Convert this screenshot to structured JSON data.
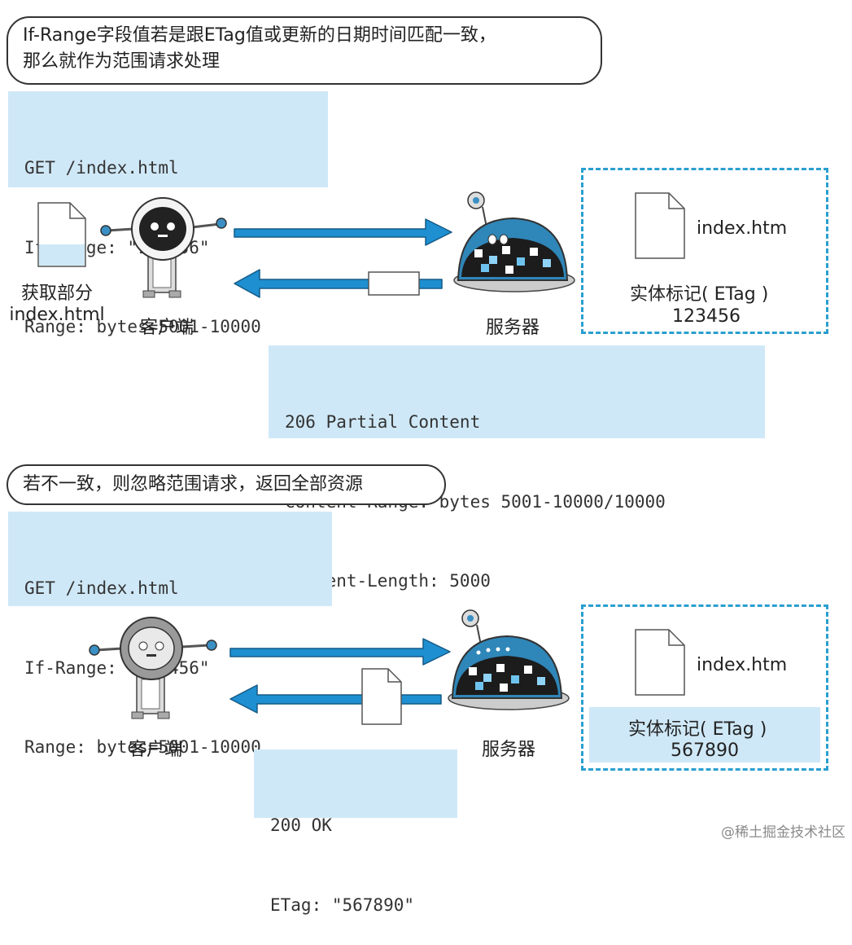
{
  "scenario1": {
    "bubble_line1": "If-Range字段值若是跟ETag值或更新的日期时间匹配一致，",
    "bubble_line2": "那么就作为范围请求处理",
    "request": [
      "GET /index.html",
      "If-Range: \"123456\"",
      "Range: bytes=5001-10000"
    ],
    "client_file_label_line1": "获取部分",
    "client_file_label_line2": "index.html",
    "client_label": "客户端",
    "server_label": "服务器",
    "server_file_name": "index.htm",
    "etag_label": "实体标记( ETag )",
    "etag_value": "123456",
    "response": [
      "206 Partial Content",
      "Content-Range: bytes 5001-10000/10000",
      "Content-Length: 5000"
    ]
  },
  "scenario2": {
    "bubble_text": "若不一致，则忽略范围请求，返回全部资源",
    "request": [
      "GET /index.html",
      "If-Range: \"123456\"",
      "Range: bytes=5001-10000"
    ],
    "client_label": "客户端",
    "server_label": "服务器",
    "server_file_name": "index.htm",
    "etag_label": "实体标记( ETag )",
    "etag_value": "567890",
    "response": [
      "200 OK",
      "ETag: \"567890\""
    ]
  },
  "watermark": "@稀土掘金技术社区",
  "colors": {
    "code_bg": "#cfe8f7",
    "arrow": "#1e8fd0",
    "dashed_border": "#2a9fd0",
    "server_body": "#2f86b8"
  }
}
